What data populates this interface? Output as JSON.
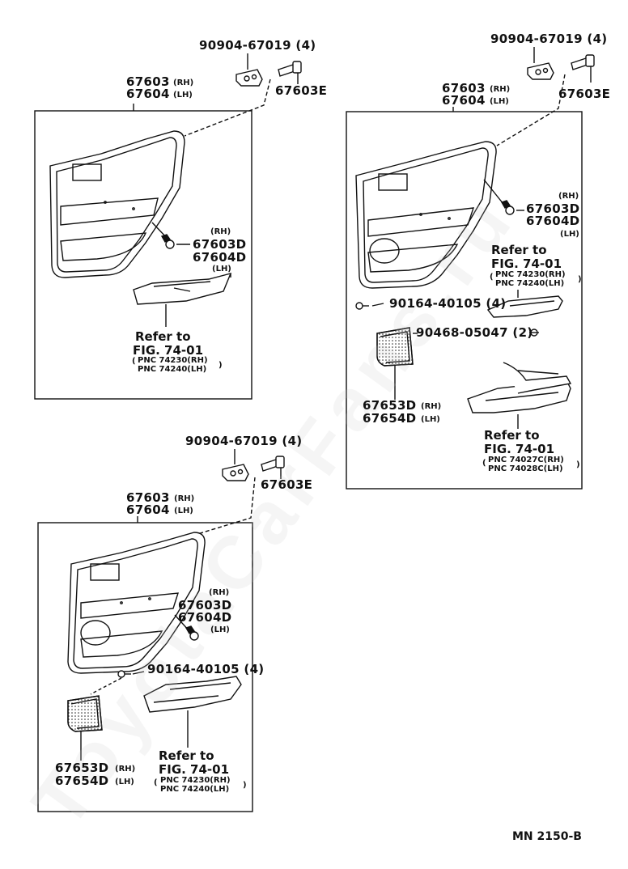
{
  "watermark": "ToyotaCarFans.ru",
  "doc_code": "MN 2150-B",
  "panels": {
    "a": {
      "clip_part": "90904-67019 (4)",
      "screw_part": "67603E",
      "board_rh": "67603",
      "board_rh_side": "(RH)",
      "board_lh": "67604",
      "board_lh_side": "(LH)",
      "side_rh": "(RH)",
      "clip_d_rh": "67603D",
      "clip_d_lh": "67604D",
      "side_lh": "(LH)",
      "refer": "Refer to",
      "fig": "FIG. 74-01",
      "pnc_1": "PNC 74230(RH)",
      "pnc_2": "PNC 74240(LH)"
    },
    "b": {
      "clip_part": "90904-67019 (4)",
      "screw_part": "67603E",
      "board_rh": "67603",
      "board_rh_side": "(RH)",
      "board_lh": "67604",
      "board_lh_side": "(LH)",
      "side_rh": "(RH)",
      "clip_d_rh": "67603D",
      "clip_d_lh": "67604D",
      "side_lh": "(LH)",
      "refer_1": "Refer to",
      "fig_1": "FIG. 74-01",
      "pnc_1a": "PNC 74230(RH)",
      "pnc_1b": "PNC 74240(LH)",
      "screw_90164": "90164-40105 (4)",
      "clip_90468": "90468-05047 (2)",
      "speaker_rh": "67653D",
      "speaker_rh_side": "(RH)",
      "speaker_lh": "67654D",
      "speaker_lh_side": "(LH)",
      "refer_2": "Refer to",
      "fig_2": "FIG. 74-01",
      "pnc_2a": "PNC 74027C(RH)",
      "pnc_2b": "PNC 74028C(LH)"
    },
    "c": {
      "clip_part": "90904-67019 (4)",
      "screw_part": "67603E",
      "board_rh": "67603",
      "board_rh_side": "(RH)",
      "board_lh": "67604",
      "board_lh_side": "(LH)",
      "side_rh": "(RH)",
      "clip_d_rh": "67603D",
      "clip_d_lh": "67604D",
      "side_lh": "(LH)",
      "screw_90164": "90164-40105 (4)",
      "speaker_rh": "67653D",
      "speaker_rh_side": "(RH)",
      "speaker_lh": "67654D",
      "speaker_lh_side": "(LH)",
      "refer": "Refer to",
      "fig": "FIG. 74-01",
      "pnc_1": "PNC 74230(RH)",
      "pnc_2": "PNC 74240(LH)"
    }
  }
}
